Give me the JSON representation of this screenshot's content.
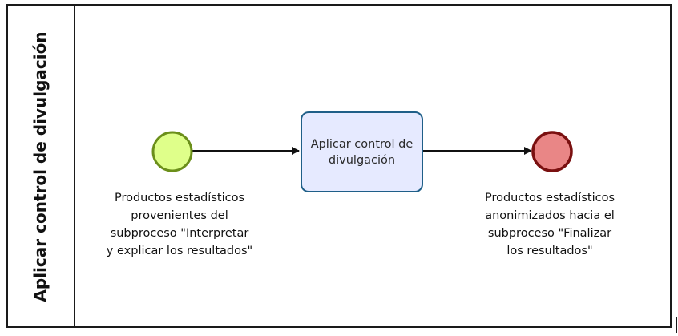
{
  "lane": {
    "title": "Aplicar control de divulgación"
  },
  "start_event": {
    "caption": "Productos estadísticos\nprovenientes del\nsubproceso \"Interpretar\ny explicar los resultados\"",
    "fill_color": "#dfff8a",
    "stroke_color": "#6b8f1a"
  },
  "task": {
    "label": "Aplicar control de divulgación",
    "fill_color": "#e6eaff",
    "stroke_color": "#1f5f88"
  },
  "end_event": {
    "caption": "Productos estadísticos\nanonimizados hacia el\nsubproceso \"Finalizar\nlos resultados\"",
    "fill_color": "#e98686",
    "stroke_color": "#7a1010"
  },
  "flows": [
    {
      "from": "start_event",
      "to": "task"
    },
    {
      "from": "task",
      "to": "end_event"
    }
  ]
}
